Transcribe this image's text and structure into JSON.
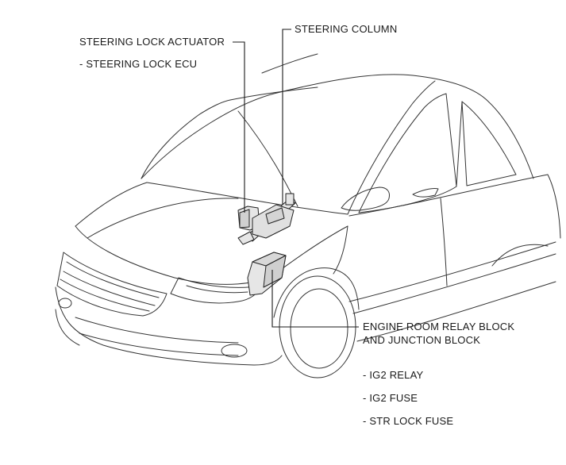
{
  "labels": {
    "steering_lock_actuator": "STEERING LOCK ACTUATOR",
    "steering_lock_ecu": "- STEERING LOCK ECU",
    "steering_column": "STEERING COLUMN",
    "engine_room_relay_block_line1": "ENGINE ROOM RELAY BLOCK",
    "engine_room_relay_block_line2": "AND JUNCTION BLOCK",
    "ig2_relay": "- IG2 RELAY",
    "ig2_fuse": "- IG2 FUSE",
    "str_lock_fuse": "- STR LOCK FUSE"
  },
  "colors": {
    "line": "#333333",
    "text": "#1a1a1a",
    "part_fill": "#e6e6e6",
    "background": "#ffffff"
  }
}
